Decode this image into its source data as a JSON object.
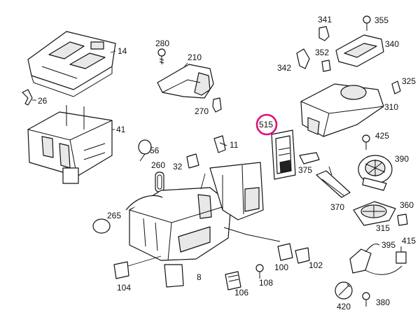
{
  "labels": {
    "p14": "14",
    "p26": "26",
    "p41": "41",
    "p280": "280",
    "p210": "210",
    "p270": "270",
    "p341": "341",
    "p355": "355",
    "p340": "340",
    "p352": "352",
    "p342": "342",
    "p325": "325",
    "p310": "310",
    "p425": "425",
    "p390": "390",
    "p515": "515",
    "p375": "375",
    "p370": "370",
    "p360": "360",
    "p315": "315",
    "p395": "395",
    "p415": "415",
    "p420": "420",
    "p380": "380",
    "p56": "56",
    "p11": "11",
    "p260": "260",
    "p32": "32",
    "p265": "265",
    "p100": "100",
    "p102": "102",
    "p104": "104",
    "p108": "108",
    "p106": "106",
    "p8": "8"
  },
  "highlight": {
    "label": "515",
    "color": "#e0107a"
  }
}
